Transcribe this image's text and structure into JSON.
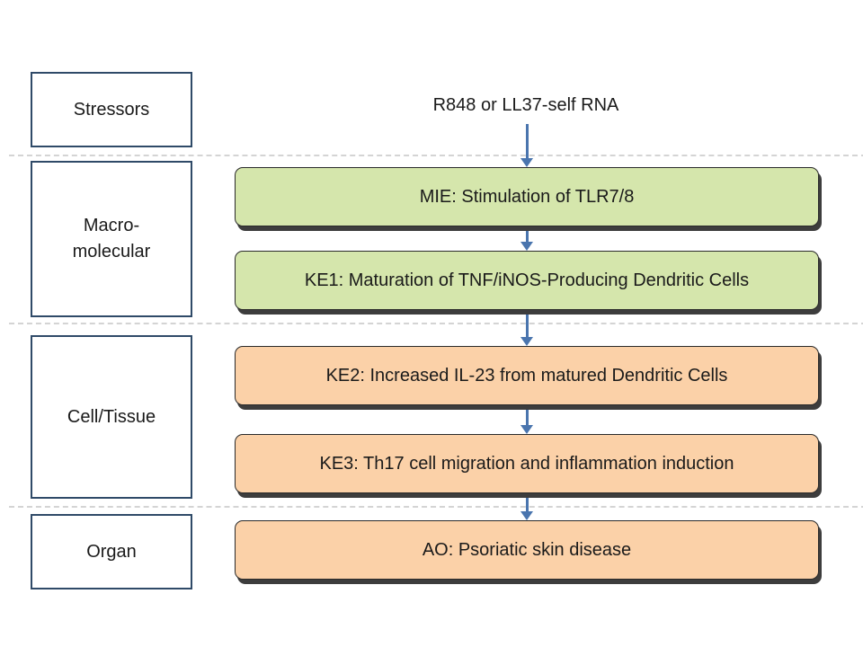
{
  "levels": [
    {
      "label": "Stressors"
    },
    {
      "label": "Macro-\nmolecular"
    },
    {
      "label": "Cell/Tissue"
    },
    {
      "label": "Organ"
    }
  ],
  "stressor": "R848 or LL37-self RNA",
  "events": [
    {
      "label": "MIE: Stimulation of TLR7/8",
      "category": "Macro-molecular"
    },
    {
      "label": "KE1: Maturation of TNF/iNOS-Producing Dendritic Cells",
      "category": "Macro-molecular"
    },
    {
      "label": "KE2: Increased IL-23 from matured Dendritic Cells",
      "category": "Cell/Tissue"
    },
    {
      "label": "KE3: Th17 cell migration and inflammation induction",
      "category": "Cell/Tissue"
    },
    {
      "label": "AO: Psoriatic skin disease",
      "category": "Organ"
    }
  ],
  "colors": {
    "level_border": "#2f4a68",
    "macromolecular_fill": "#d5e6ac",
    "cell_organ_fill": "#fbd1a8",
    "arrow": "#4a75ae",
    "divider": "#d4d4d4"
  }
}
